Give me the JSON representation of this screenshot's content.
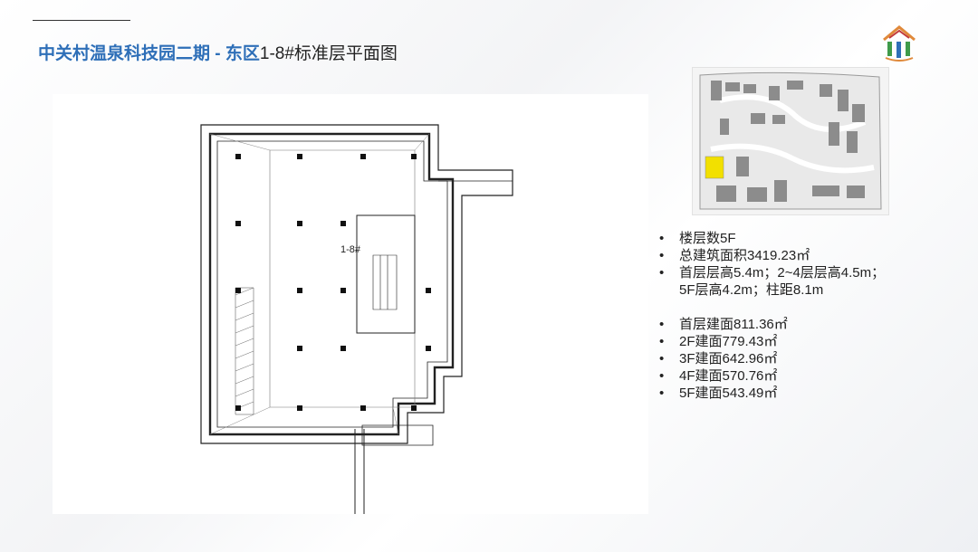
{
  "header": {
    "title_project": "中关村温泉科技园二期 - 东区",
    "title_building": "1-8#标准层平面图"
  },
  "plan": {
    "building_label": "1-8#",
    "accent_color": "#222222"
  },
  "site_map": {
    "highlight_color": "#f2e000"
  },
  "summary": [
    "楼层数5F",
    "总建筑面积3419.23㎡",
    "首层层高5.4m；2~4层层高4.5m；",
    "5F层高4.2m；柱距8.1m"
  ],
  "areas": [
    "首层建面811.36㎡",
    "2F建面779.43㎡",
    "3F建面642.96㎡",
    "4F建面570.76㎡",
    "5F建面543.49㎡"
  ],
  "colors": {
    "title_blue": "#2e6fb8",
    "text_dark": "#222222"
  }
}
